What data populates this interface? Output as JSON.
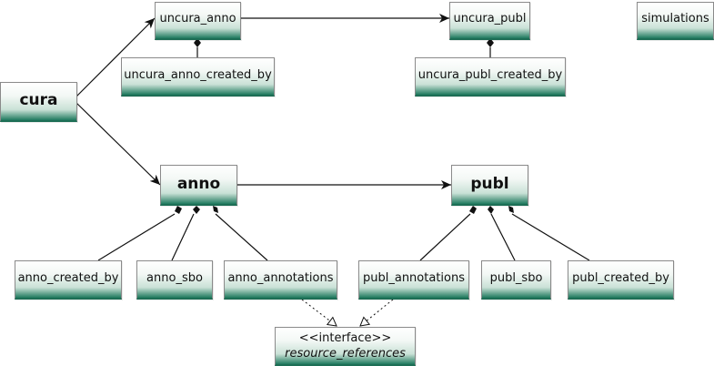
{
  "nodes": {
    "uncura_anno": "uncura_anno",
    "uncura_publ": "uncura_publ",
    "simulations": "simulations",
    "uncura_anno_created_by": "uncura_anno_created_by",
    "uncura_publ_created_by": "uncura_publ_created_by",
    "cura": "cura",
    "anno": "anno",
    "publ": "publ",
    "anno_created_by": "anno_created_by",
    "anno_sbo": "anno_sbo",
    "anno_annotations": "anno_annotations",
    "publ_annotations": "publ_annotations",
    "publ_sbo": "publ_sbo",
    "publ_created_by": "publ_created_by",
    "interface_stereotype": "<<interface>>",
    "resource_references": "resource_references"
  },
  "relations": [
    {
      "type": "association",
      "from": "cura",
      "to": "uncura_anno"
    },
    {
      "type": "association",
      "from": "cura",
      "to": "anno"
    },
    {
      "type": "association",
      "from": "uncura_anno",
      "to": "uncura_publ"
    },
    {
      "type": "association",
      "from": "anno",
      "to": "publ"
    },
    {
      "type": "composition",
      "whole": "uncura_anno",
      "part": "uncura_anno_created_by"
    },
    {
      "type": "composition",
      "whole": "uncura_publ",
      "part": "uncura_publ_created_by"
    },
    {
      "type": "composition",
      "whole": "anno",
      "part": "anno_created_by"
    },
    {
      "type": "composition",
      "whole": "anno",
      "part": "anno_sbo"
    },
    {
      "type": "composition",
      "whole": "anno",
      "part": "anno_annotations"
    },
    {
      "type": "composition",
      "whole": "publ",
      "part": "publ_annotations"
    },
    {
      "type": "composition",
      "whole": "publ",
      "part": "publ_sbo"
    },
    {
      "type": "composition",
      "whole": "publ",
      "part": "publ_created_by"
    },
    {
      "type": "realization",
      "from": "anno_annotations",
      "to": "resource_references"
    },
    {
      "type": "realization",
      "from": "publ_annotations",
      "to": "resource_references"
    }
  ],
  "colors": {
    "node_fill_bottom": "#1f7a5e",
    "edge": "#111111"
  }
}
